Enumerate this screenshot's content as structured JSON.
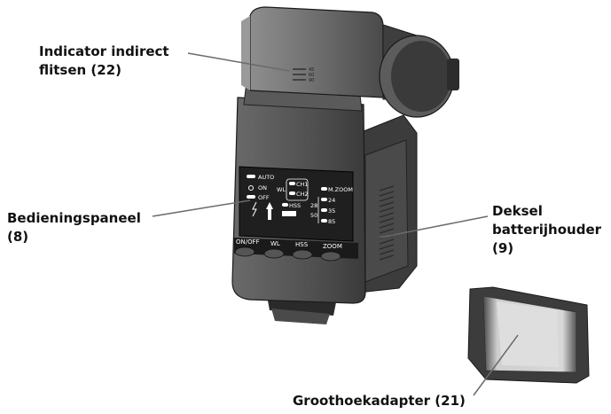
{
  "callouts": {
    "bounce_indicator": {
      "line1": "Indicator indirect",
      "line2": "flitsen (22)"
    },
    "control_panel": {
      "line1": "Bedieningspaneel",
      "line2": "(8)"
    },
    "battery_cover": {
      "line1": "Deksel",
      "line2": "batterijhouder",
      "line3": "(9)"
    },
    "wide_adapter": {
      "line1": "Groothoekadapter (21)"
    }
  },
  "panel": {
    "auto": "AUTO",
    "on": "ON",
    "off": "OFF",
    "wl": "WL",
    "ch1": "CH1",
    "ch2": "CH2",
    "hss": "HSS",
    "mzoom": "M.ZOOM",
    "z24": "24",
    "z28": "28",
    "z35": "35",
    "z50": "50",
    "z85": "85"
  },
  "buttons": {
    "onoff": "ON/OFF",
    "wl": "WL",
    "hss": "HSS",
    "zoom": "ZOOM"
  },
  "bounce_scale": [
    "45",
    "60",
    "90"
  ]
}
